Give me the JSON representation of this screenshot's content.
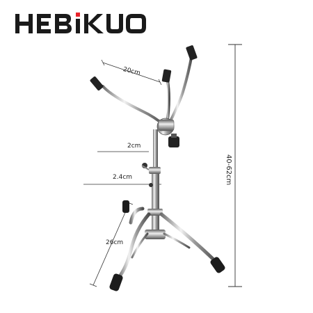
{
  "brand": {
    "name": "HEBIKUO",
    "color": "#1a1a1a",
    "accent": "#e8232a"
  },
  "dimensions": {
    "arm_width": "20cm",
    "tube_small": "2cm",
    "tube_large": "2.4cm",
    "leg_length": "26cm",
    "height_range": "40-62cm"
  },
  "product": {
    "icon": "snare-drum-stand-icon"
  }
}
